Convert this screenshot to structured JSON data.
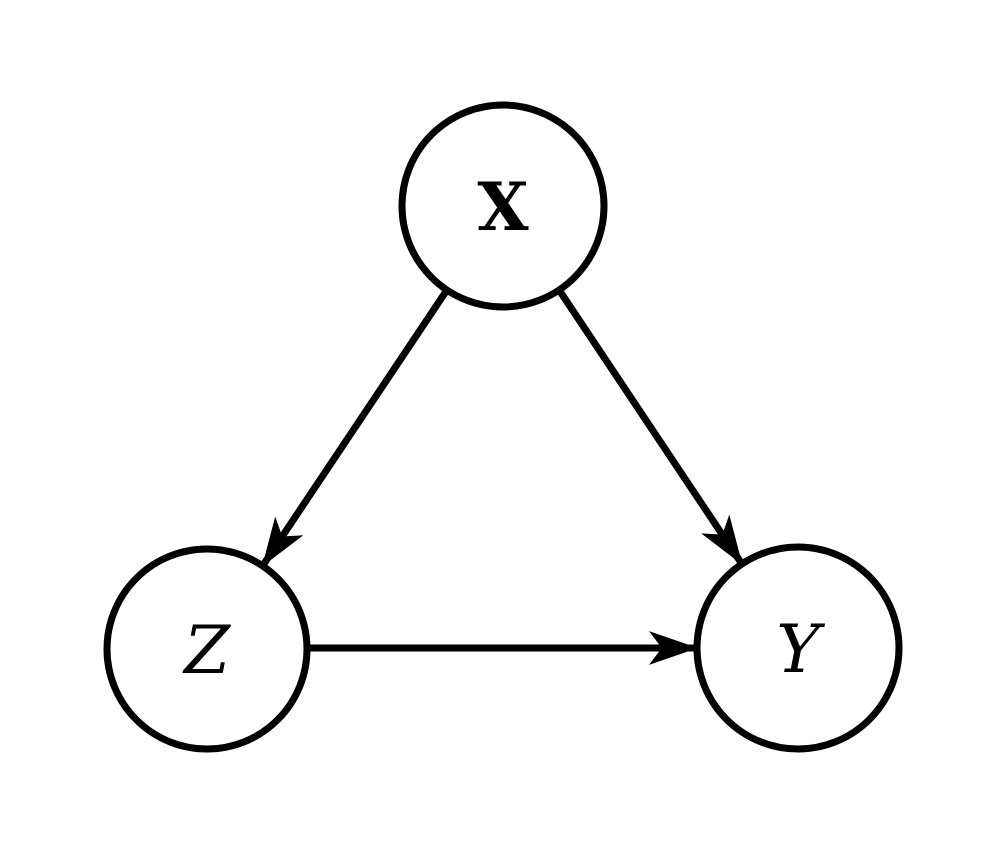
{
  "diagram": {
    "type": "directed-graph",
    "nodes": [
      {
        "id": "X",
        "label": "X",
        "font_style": "bold-upright",
        "position": "top-center"
      },
      {
        "id": "Z",
        "label": "Z",
        "font_style": "italic",
        "position": "bottom-left"
      },
      {
        "id": "Y",
        "label": "Y",
        "font_style": "italic",
        "position": "bottom-right"
      }
    ],
    "edges": [
      {
        "from": "X",
        "to": "Z",
        "arrow": "filled-triangle"
      },
      {
        "from": "X",
        "to": "Y",
        "arrow": "filled-triangle"
      },
      {
        "from": "Z",
        "to": "Y",
        "arrow": "filled-triangle"
      }
    ],
    "colors": {
      "ink": "#000000",
      "background": "#ffffff",
      "node_fill": "#ffffff"
    }
  }
}
